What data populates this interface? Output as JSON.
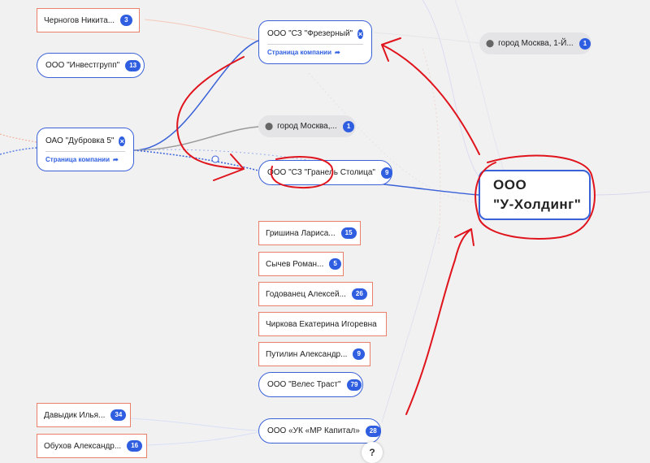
{
  "persons": [
    {
      "id": "chernogov",
      "name": "Черногов Никита...",
      "count": "3"
    },
    {
      "id": "grishina",
      "name": "Гришина Лариса...",
      "count": "15"
    },
    {
      "id": "sychev",
      "name": "Сычев Роман...",
      "count": "5"
    },
    {
      "id": "godovanets",
      "name": "Годованец Алексей...",
      "count": "26"
    },
    {
      "id": "chirkova",
      "name": "Чиркова Екатерина Игоревна",
      "count": ""
    },
    {
      "id": "putilin",
      "name": "Путилин Александр...",
      "count": "9"
    },
    {
      "id": "davydik",
      "name": "Давыдик Илья...",
      "count": "34"
    },
    {
      "id": "obukhov",
      "name": "Обухов Александр...",
      "count": "16"
    }
  ],
  "companies": [
    {
      "id": "investgroup",
      "name": "ООО \"Инвестгрупп\"",
      "count": "13"
    },
    {
      "id": "granel",
      "name": "ООО \"СЗ \"Гранель Столица\"",
      "count": "9"
    },
    {
      "id": "veles",
      "name": "ООО \"Велес Траст\"",
      "count": "79"
    },
    {
      "id": "mr",
      "name": "ООО «УК «МР Капитал»",
      "count": "28"
    }
  ],
  "expanded": {
    "frezerny": {
      "name": "ООО \"СЗ \"Фрезерный\"",
      "link": "Страница компании"
    },
    "dubrovka": {
      "name": "ОАО \"Дубровка 5\"",
      "link": "Страница компании"
    }
  },
  "addresses": [
    {
      "id": "addr1",
      "text": "город Москва, 1-Й...",
      "count": "1"
    },
    {
      "id": "addr2",
      "text": "город Москва,...",
      "count": "1"
    }
  ],
  "main_node": {
    "line1": "ООО",
    "line2": "\"У-Холдинг\""
  },
  "help": {
    "label": "?"
  },
  "colors": {
    "accent": "#2f5fe0",
    "person_border": "#e8806a",
    "annotation": "#e0141c"
  }
}
